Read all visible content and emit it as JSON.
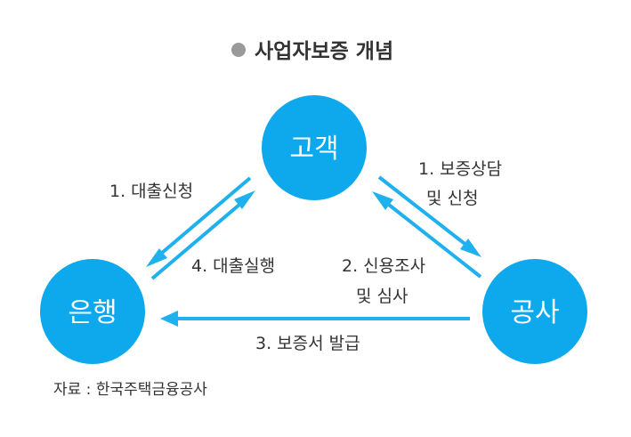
{
  "title": {
    "bullet_icon": "gray-circle-bullet",
    "text": "사업자보증 개념"
  },
  "colors": {
    "node": "#0DA9EC",
    "arrow": "#1FB0EE",
    "bullet": "#9A9A9A",
    "text": "#333333"
  },
  "nodes": {
    "customer": "고객",
    "bank": "은행",
    "corporation": "공사"
  },
  "edges": {
    "loan_application": "1. 대출신청",
    "loan_execution": "4. 대출실행",
    "guarantee_consult_line1": "1. 보증상담",
    "guarantee_consult_line2": "및 신청",
    "credit_review_line1": "2. 신용조사",
    "credit_review_line2": "및 심사",
    "guarantee_issue": "3. 보증서 발급"
  },
  "source": "자료 : 한국주택금융공사"
}
